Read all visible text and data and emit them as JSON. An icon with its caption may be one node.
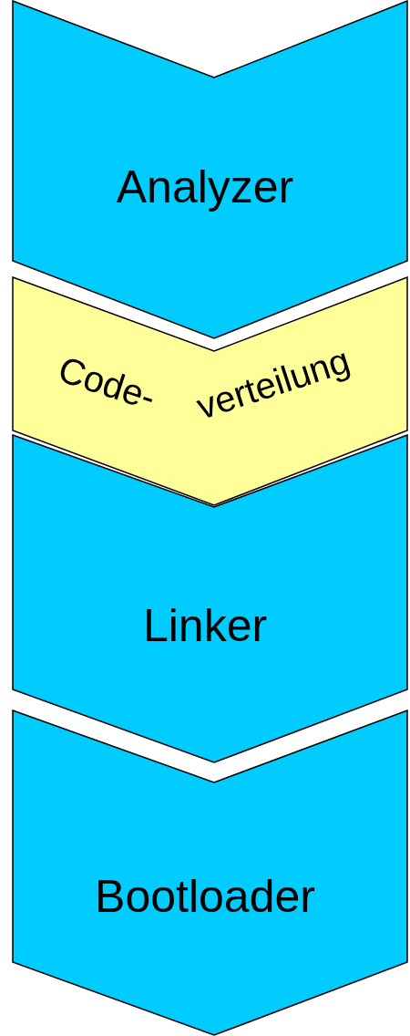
{
  "diagram": {
    "nodes": [
      {
        "text": [
          "Analyzer"
        ]
      },
      {
        "text": [
          "Code- verteilung"
        ]
      },
      {
        "text": [
          "Linker"
        ]
      },
      {
        "text": [
          "Bootloader"
        ]
      }
    ]
  }
}
